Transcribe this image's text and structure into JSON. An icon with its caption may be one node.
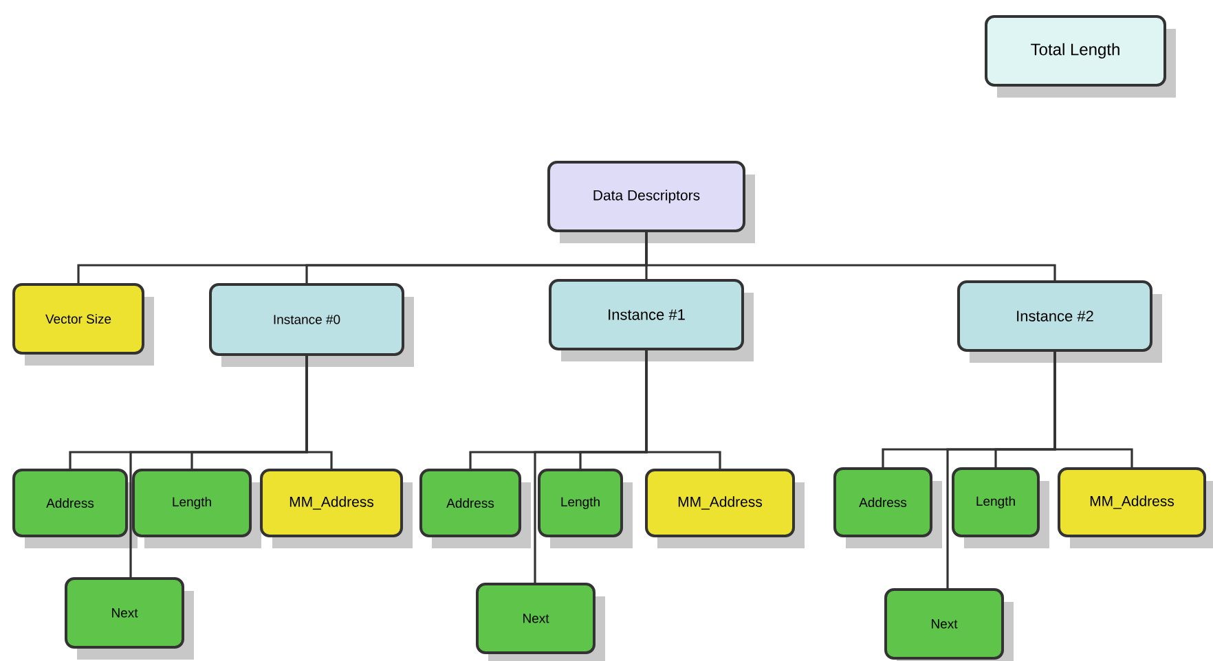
{
  "diagram": {
    "nodes": [
      {
        "text": [
          "Total Length"
        ]
      },
      {
        "text": [
          "Data Descriptors"
        ]
      },
      {
        "text": [
          "Vector Size"
        ]
      },
      {
        "text": [
          "Instance #0"
        ]
      },
      {
        "text": [
          "Instance #1"
        ]
      },
      {
        "text": [
          "Instance #2"
        ]
      },
      {
        "text": [
          "Address"
        ]
      },
      {
        "text": [
          "Length"
        ]
      },
      {
        "text": [
          "MM_Address"
        ]
      },
      {
        "text": [
          "Next"
        ]
      },
      {
        "text": [
          "Address"
        ]
      },
      {
        "text": [
          "Length"
        ]
      },
      {
        "text": [
          "MM_Address"
        ]
      },
      {
        "text": [
          "Next"
        ]
      },
      {
        "text": [
          "Address"
        ]
      },
      {
        "text": [
          "Length"
        ]
      },
      {
        "text": [
          "MM_Address"
        ]
      },
      {
        "text": [
          "Next"
        ]
      }
    ],
    "edges": [
      {
        "from": 1,
        "to": 2,
        "arrow": "none"
      },
      {
        "from": 1,
        "to": 3,
        "arrow": "none"
      },
      {
        "from": 1,
        "to": 4,
        "arrow": "none"
      },
      {
        "from": 1,
        "to": 5,
        "arrow": "none"
      },
      {
        "from": 3,
        "to": 6,
        "arrow": "none"
      },
      {
        "from": 3,
        "to": 7,
        "arrow": "none"
      },
      {
        "from": 3,
        "to": 8,
        "arrow": "none"
      },
      {
        "from": 3,
        "to": 9,
        "arrow": "none"
      },
      {
        "from": 4,
        "to": 10,
        "arrow": "none"
      },
      {
        "from": 4,
        "to": 11,
        "arrow": "none"
      },
      {
        "from": 4,
        "to": 12,
        "arrow": "none"
      },
      {
        "from": 4,
        "to": 13,
        "arrow": "none"
      },
      {
        "from": 5,
        "to": 14,
        "arrow": "none"
      },
      {
        "from": 5,
        "to": 15,
        "arrow": "none"
      },
      {
        "from": 5,
        "to": 16,
        "arrow": "none"
      },
      {
        "from": 5,
        "to": 17,
        "arrow": "none"
      }
    ]
  }
}
